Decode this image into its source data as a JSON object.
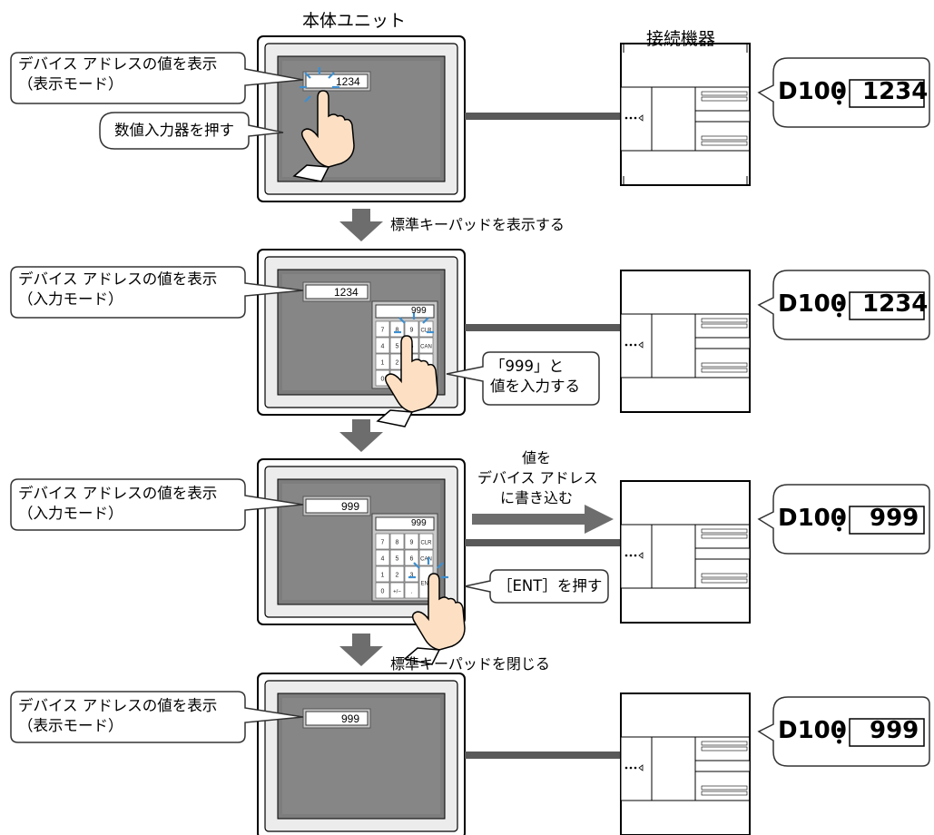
{
  "labels": {
    "main_unit": "本体ユニット",
    "connected_device": "接続機器"
  },
  "colors": {
    "frame_outer": "#e6e6e6",
    "screen": "#808080",
    "arrow": "#6d6d6d",
    "cable": "#595959",
    "hand_fill": "#fde0c4",
    "tap_burst": "#3d8fd0",
    "callout_stroke": "#333333"
  },
  "stages": [
    {
      "callout_display": [
        "デバイス アドレスの値を表示",
        "（表示モード）"
      ],
      "display_value": "1234",
      "device_address": "D100",
      "device_separator": "：",
      "device_value": "1234",
      "hand_callout": [
        "数値入力器を押す"
      ],
      "step_after": "標準キーパッドを表示する"
    },
    {
      "callout_display": [
        "デバイス アドレスの値を表示",
        "（入力モード）"
      ],
      "display_value": "1234",
      "keypad_display": "999",
      "keypad_keys": [
        "7",
        "8",
        "9",
        "CLR",
        "4",
        "5",
        "6",
        "CAN",
        "1",
        "2",
        "3",
        "ENT",
        "0",
        "+/−",
        ".",
        "ENT"
      ],
      "device_address": "D100",
      "device_separator": "：",
      "device_value": "1234",
      "hand_callout": [
        "「999」と",
        "値を入力する"
      ],
      "step_after": ""
    },
    {
      "callout_display": [
        "デバイス アドレスの値を表示",
        "（入力モード）"
      ],
      "display_value": "999",
      "keypad_display": "999",
      "keypad_keys": [
        "7",
        "8",
        "9",
        "CLR",
        "4",
        "5",
        "6",
        "CAN",
        "1",
        "2",
        "3",
        "ENT",
        "0",
        "+/−",
        ".",
        "ENT"
      ],
      "device_address": "D100",
      "device_separator": "：",
      "device_value": "999",
      "hand_callout": [
        "［ENT］を押す"
      ],
      "write_label": [
        "値を",
        "デバイス アドレス",
        "に書き込む"
      ],
      "step_after": "標準キーパッドを閉じる"
    },
    {
      "callout_display": [
        "デバイス アドレスの値を表示",
        "（表示モード）"
      ],
      "display_value": "999",
      "device_address": "D100",
      "device_separator": "：",
      "device_value": "999",
      "step_after": ""
    }
  ]
}
